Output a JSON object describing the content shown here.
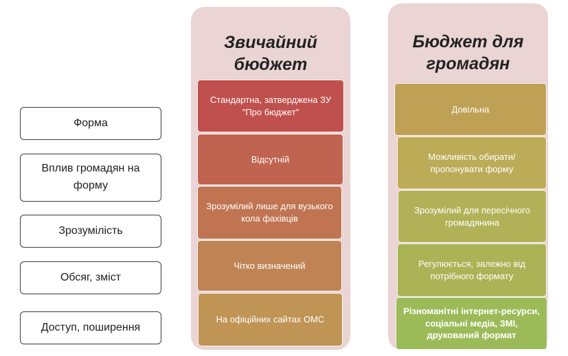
{
  "rows": [
    {
      "label": "Форма"
    },
    {
      "label": "Вплив громадян на форму"
    },
    {
      "label": "Зрозумілість"
    },
    {
      "label": "Обсяг, зміст"
    },
    {
      "label": "Доступ, поширення"
    }
  ],
  "columns": [
    {
      "title": "Звичайний бюджет",
      "cells": [
        {
          "text": "Стандартна, затверджена ЗУ \"Про бюджет\"",
          "color": "#c0504d"
        },
        {
          "text": "Відсутній",
          "color": "#c06350"
        },
        {
          "text": "Зрозумілий лише для вузького кола фахівців",
          "color": "#c07452"
        },
        {
          "text": "Чітко визначений",
          "color": "#c08454"
        },
        {
          "text": "На офіційних сайтах ОМС",
          "color": "#c09455"
        }
      ]
    },
    {
      "title": "Бюджет для громадян",
      "cells": [
        {
          "text": "Довільна",
          "color": "#bfa156"
        },
        {
          "text": "Можливість обирати/пропонувати форму",
          "color": "#bcab57"
        },
        {
          "text": "Зрозумілий для пересічного громадянина",
          "color": "#b3b157"
        },
        {
          "text": "Регулюється, залежно від потрібного формату",
          "color": "#aab356"
        },
        {
          "text": "Різноманітні інтернет-ресурси, соціальні медіа, ЗМІ, друкований формат",
          "color": "#9bbb59"
        }
      ]
    }
  ]
}
